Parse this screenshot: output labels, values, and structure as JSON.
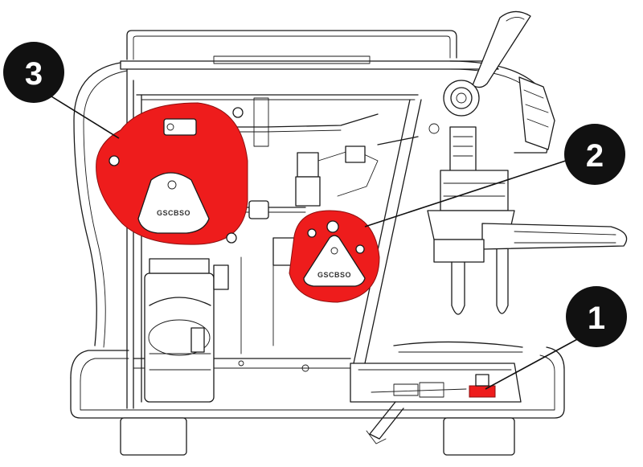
{
  "diagram": {
    "highlight_color": "#ee1c1c",
    "line_color": "#1a1a1a",
    "callout_color": "#111111",
    "plate_text": "GSCBSO",
    "callouts": [
      {
        "id": "1",
        "label": "1"
      },
      {
        "id": "2",
        "label": "2"
      },
      {
        "id": "3",
        "label": "3"
      }
    ]
  }
}
